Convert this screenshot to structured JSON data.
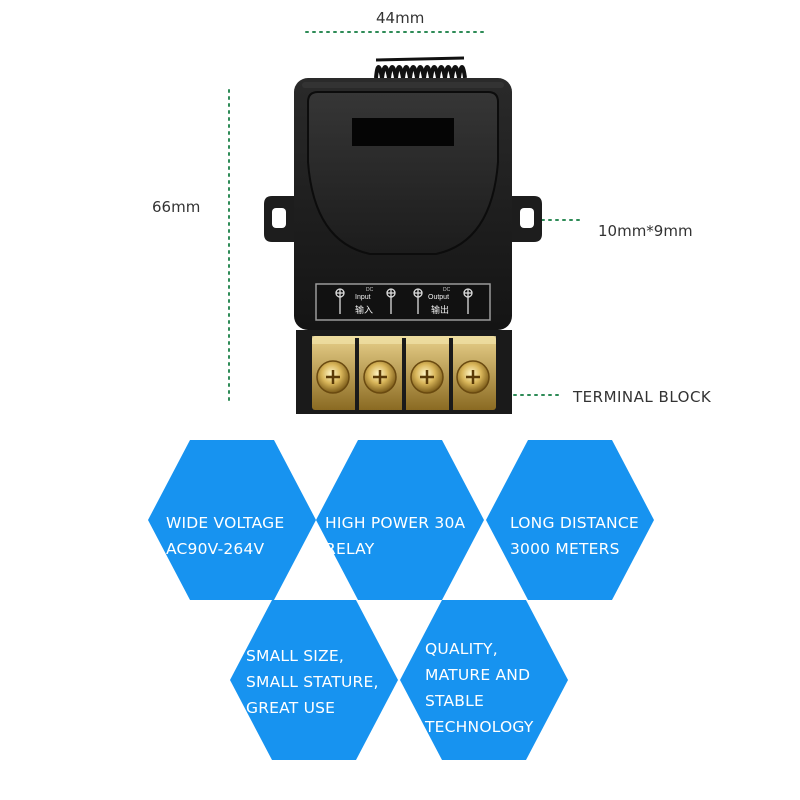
{
  "dimensions": {
    "width": "44mm",
    "height": "66mm",
    "mount_hole": "10mm*9mm",
    "terminal": "TERMINAL BLOCK"
  },
  "panel": {
    "input_small": "DC",
    "input_label": "Input",
    "input_cn": "输入",
    "output_small": "DC",
    "output_label": "Output",
    "output_cn": "输出"
  },
  "features": [
    {
      "line1": "WIDE VOLTAGE",
      "line2": "AC90V-264V"
    },
    {
      "line1": "HIGH POWER 30A",
      "line2": "RELAY"
    },
    {
      "line1": "LONG DISTANCE",
      "line2": "3000 METERS"
    },
    {
      "line1": "SMALL SIZE,",
      "line2": "SMALL STATURE,",
      "line3": "GREAT USE"
    },
    {
      "line1": "QUALITY,",
      "line2": "MATURE AND",
      "line3": "STABLE",
      "line4": "TECHNOLOGY"
    }
  ],
  "colors": {
    "hexagon": "#1793f0",
    "device_body": "#1f1f1f",
    "guide_line": "#2e8b57",
    "terminal": "#c9a84a"
  }
}
